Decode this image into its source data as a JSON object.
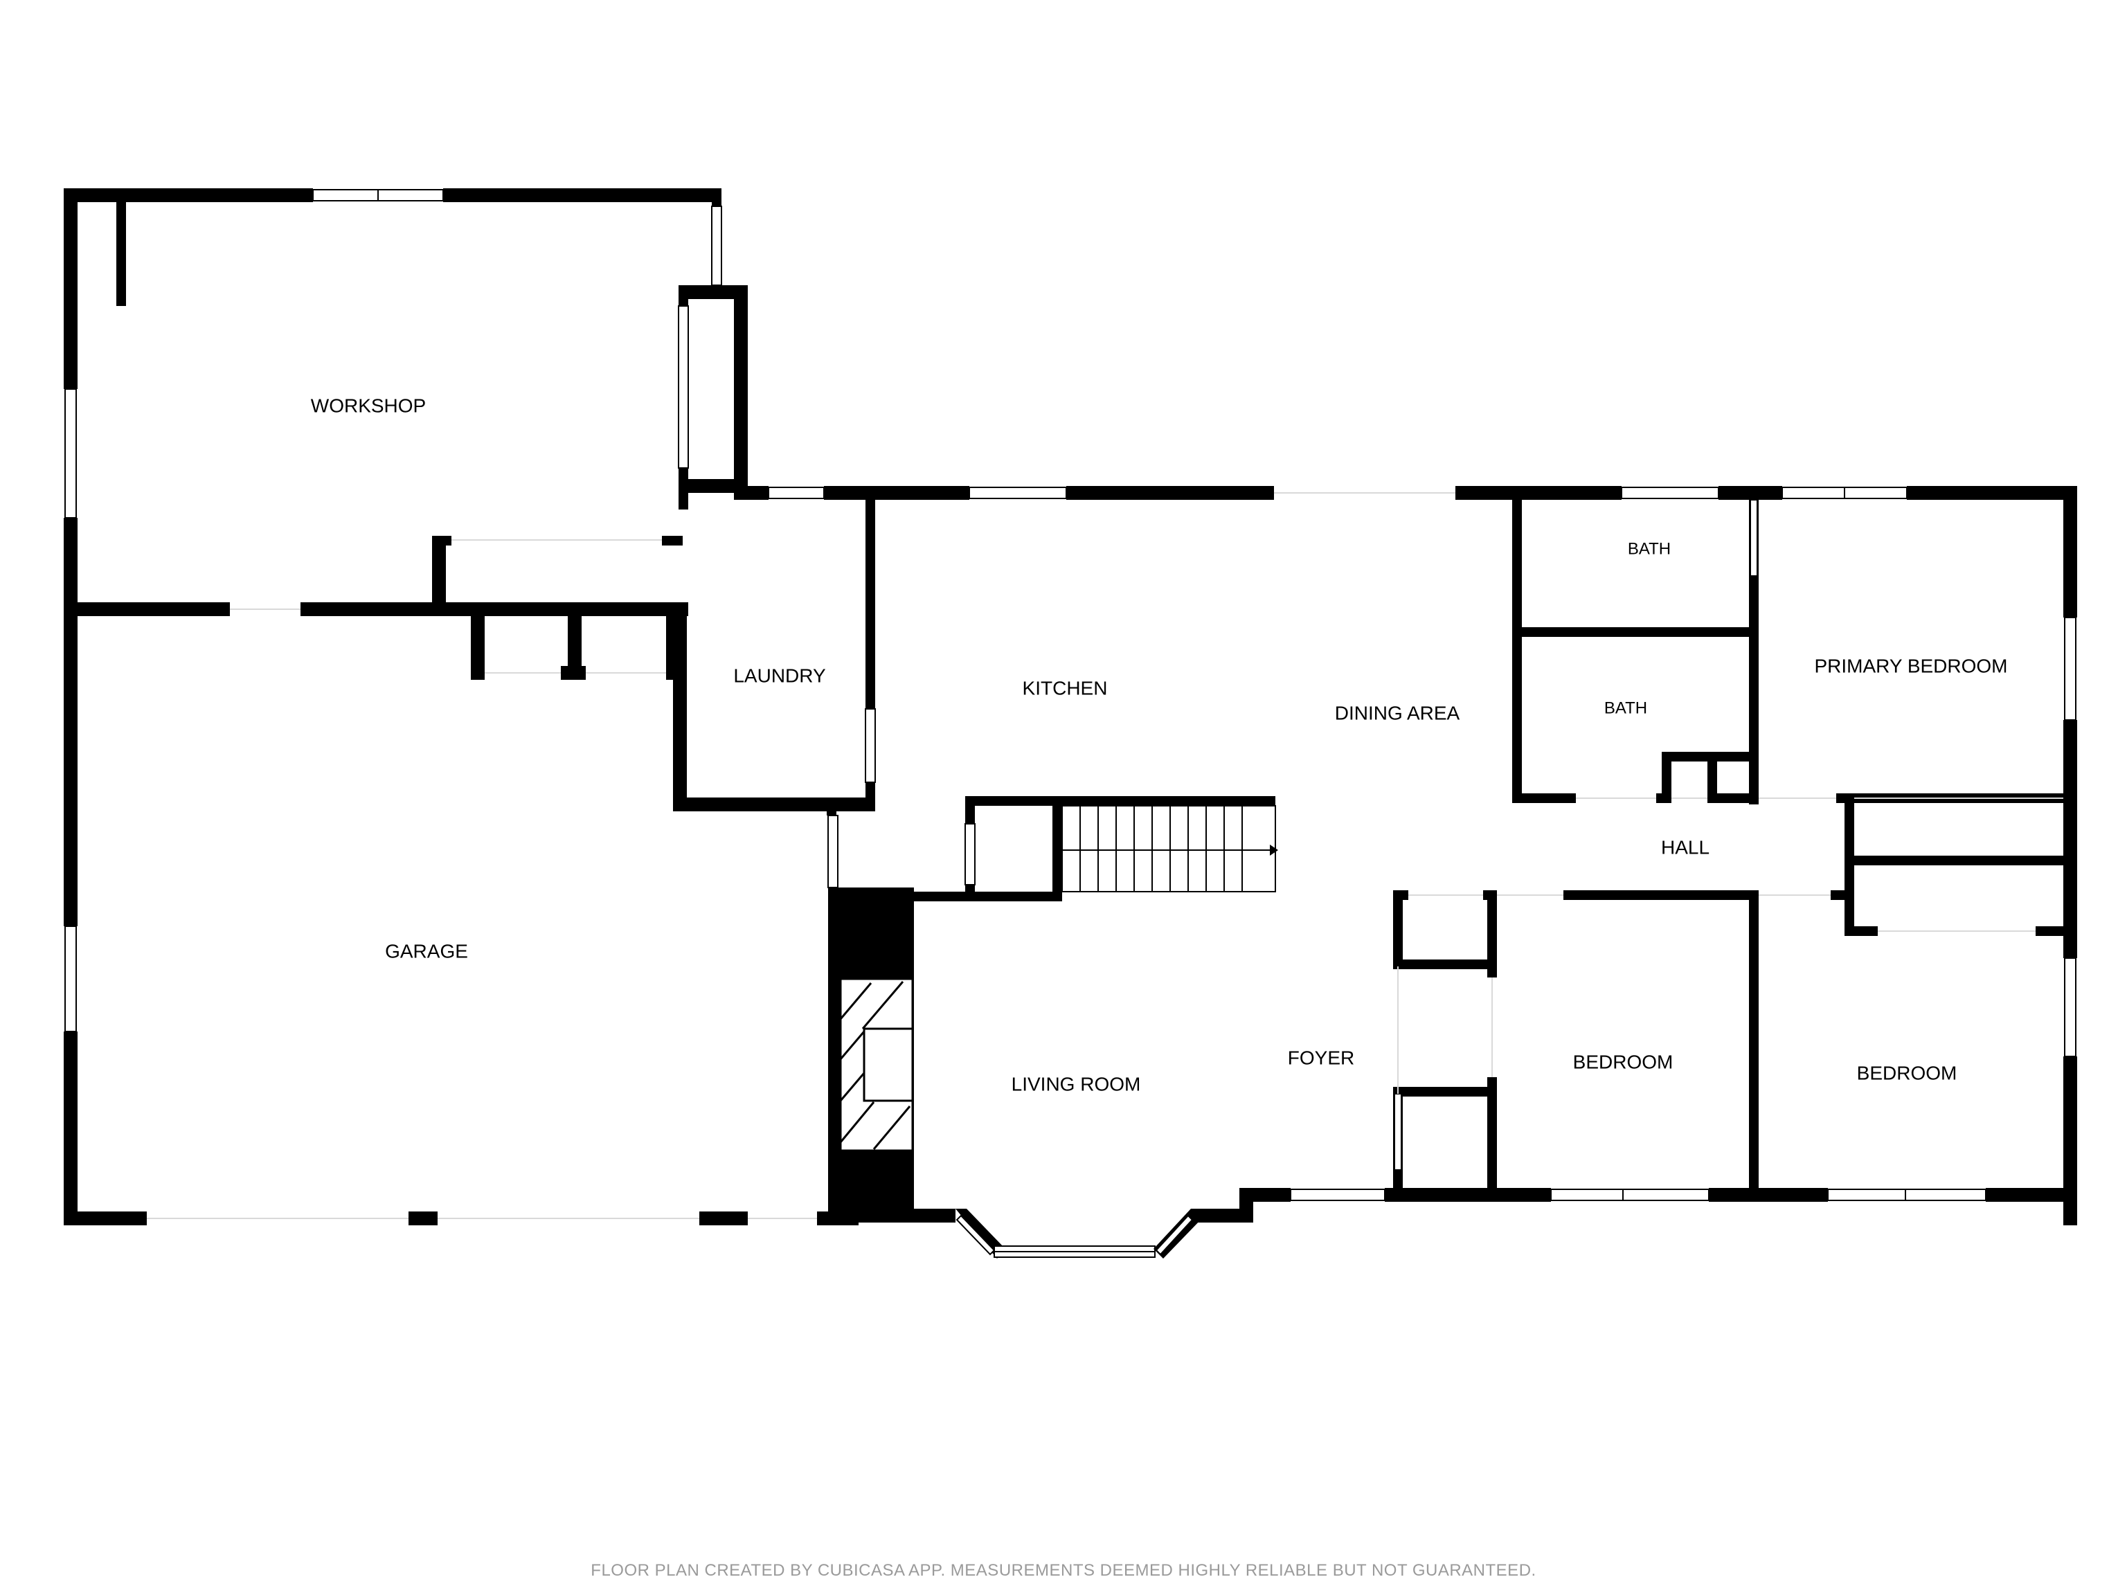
{
  "rooms": {
    "workshop": "WORKSHOP",
    "garage": "GARAGE",
    "laundry": "LAUNDRY",
    "kitchen": "KITCHEN",
    "dining_area": "DINING AREA",
    "bath_upper": "BATH",
    "bath_lower": "BATH",
    "primary_bedroom": "PRIMARY BEDROOM",
    "hall": "HALL",
    "living_room": "LIVING ROOM",
    "foyer": "FOYER",
    "bedroom_center": "BEDROOM",
    "bedroom_right": "BEDROOM"
  },
  "footer": "FLOOR PLAN CREATED BY CUBICASA APP. MEASUREMENTS DEEMED HIGHLY RELIABLE BUT NOT GUARANTEED.",
  "colors": {
    "wall": "#000000",
    "background": "#ffffff",
    "footer_text": "#9a9a9a"
  }
}
